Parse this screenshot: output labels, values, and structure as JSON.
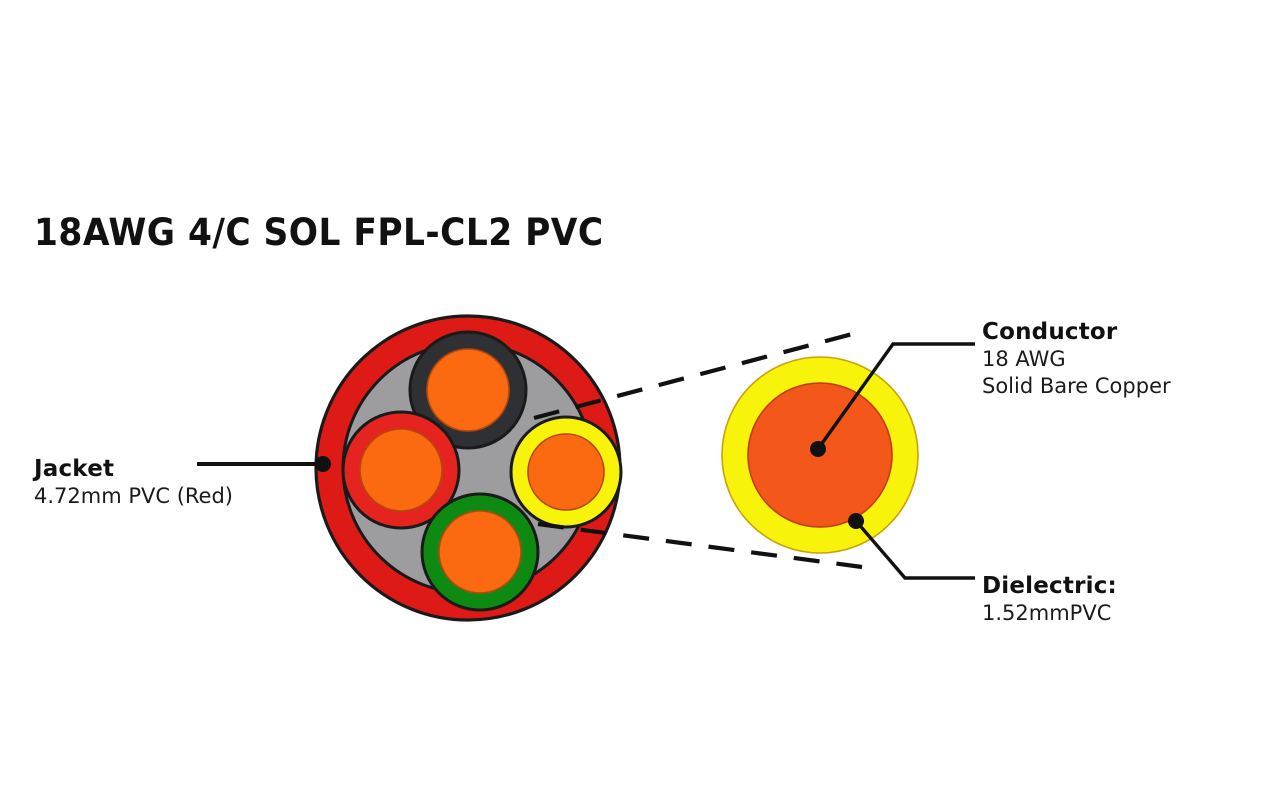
{
  "title": "18AWG 4/C SOL FPL-CL2 PVC",
  "diagram": {
    "type": "cable-cross-section",
    "main_view_label": "cable-cross-section-main",
    "detail_view_label": "conductor-detail-enlarged"
  },
  "callouts": {
    "jacket": {
      "head": "Jacket",
      "sub": "4.72mm PVC (Red)"
    },
    "conductor": {
      "head": "Conductor",
      "sub1": "18 AWG",
      "sub2": "Solid Bare Copper"
    },
    "dielectric": {
      "head": "Dielectric:",
      "sub": "1.52mmPVC"
    }
  },
  "colors": {
    "jacket_red": "#DE1A16",
    "filler_gray": "#9D9DA0",
    "copper_orange": "#FB6A10",
    "detail_core_orange": "#F4571A",
    "insulation_black": "#2E3033",
    "insulation_red": "#E52420",
    "insulation_yellow": "#F7F30B",
    "insulation_green": "#0E8A12",
    "outline": "#1A1A1A",
    "background": "#FFFFFF"
  },
  "conductors": [
    {
      "position": "top",
      "insulation": "black",
      "core": "copper"
    },
    {
      "position": "left",
      "insulation": "red",
      "core": "copper"
    },
    {
      "position": "right",
      "insulation": "yellow",
      "core": "copper"
    },
    {
      "position": "bottom",
      "insulation": "green",
      "core": "copper"
    }
  ]
}
